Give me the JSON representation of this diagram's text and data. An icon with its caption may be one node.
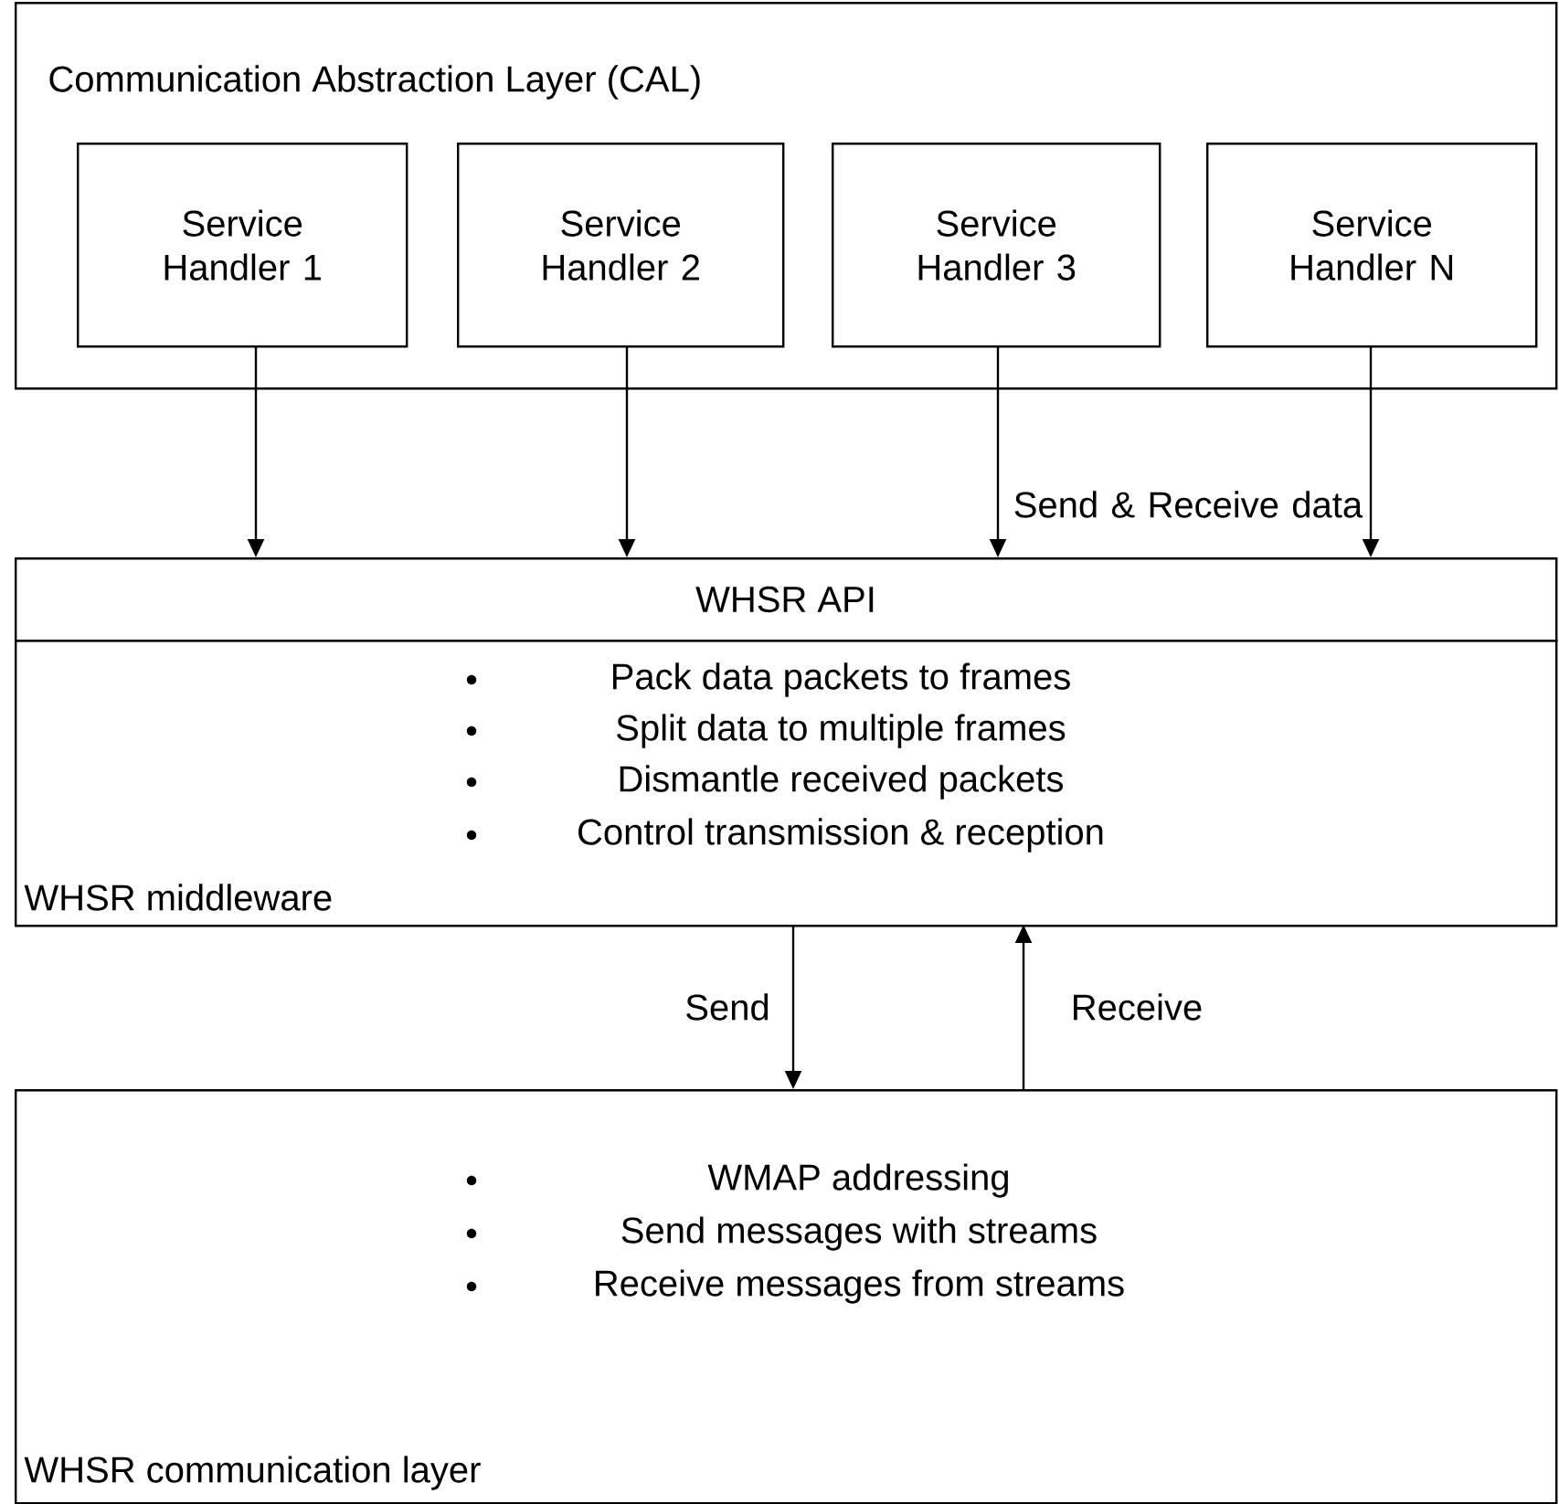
{
  "diagram": {
    "nodes": [
      {
        "text": [
          "Communication Abstraction Layer (CAL)"
        ]
      },
      {
        "text": [
          "Service Handler 1"
        ],
        "in": 0
      },
      {
        "text": [
          "Service Handler 2"
        ],
        "in": 0
      },
      {
        "text": [
          "Service Handler 3"
        ],
        "in": 0
      },
      {
        "text": [
          "Service Handler N"
        ],
        "in": 0
      },
      {
        "text": [
          "WHSR API"
        ]
      },
      {
        "text": [
          "Pack data packets to frames",
          "Split data to multiple frames",
          "Dismantle received packets",
          "Control transmission & reception",
          "WHSR middleware"
        ]
      },
      {
        "text": [
          "WMAP addressing",
          "Send messages with streams",
          "Receive messages from streams",
          "WHSR communication layer"
        ]
      }
    ],
    "edges": [
      {
        "from": 1,
        "to": 5,
        "arrow": "to"
      },
      {
        "from": 2,
        "to": 5,
        "arrow": "to"
      },
      {
        "from": 3,
        "to": 5,
        "arrow": "to"
      },
      {
        "from": 4,
        "to": 5,
        "arrow": "to"
      },
      {
        "from": 6,
        "to": 7,
        "arrow": "to",
        "label": "Send"
      },
      {
        "from": 7,
        "to": 6,
        "arrow": "to",
        "label": "Receive"
      }
    ],
    "labels": [
      "Send & Receive data"
    ]
  }
}
